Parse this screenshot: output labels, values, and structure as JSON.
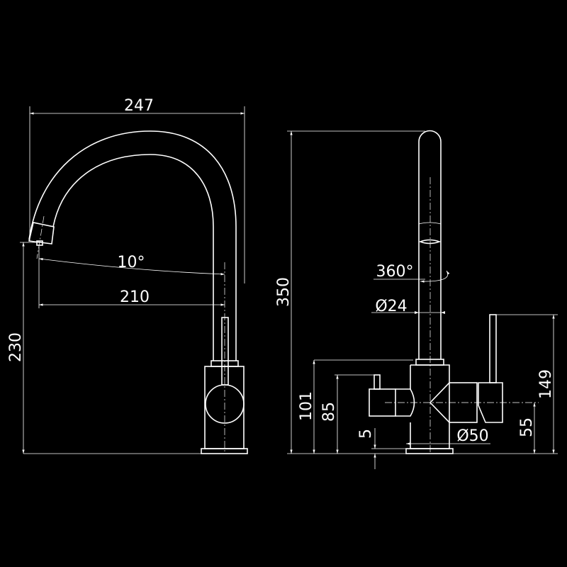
{
  "drawing": {
    "side_view": {
      "overall_width": "247",
      "spout_angle": "10°",
      "spout_reach": "210",
      "spout_height": "230"
    },
    "front_view": {
      "overall_height": "350",
      "rotation": "360°",
      "spout_diameter": "Ø24",
      "body_height": "101",
      "valve_height": "85",
      "base_thickness": "5",
      "base_diameter": "Ø50",
      "lever_axis_height": "55",
      "lever_height": "149"
    },
    "colors": {
      "background": "#000000",
      "lines": "#ffffff"
    }
  }
}
